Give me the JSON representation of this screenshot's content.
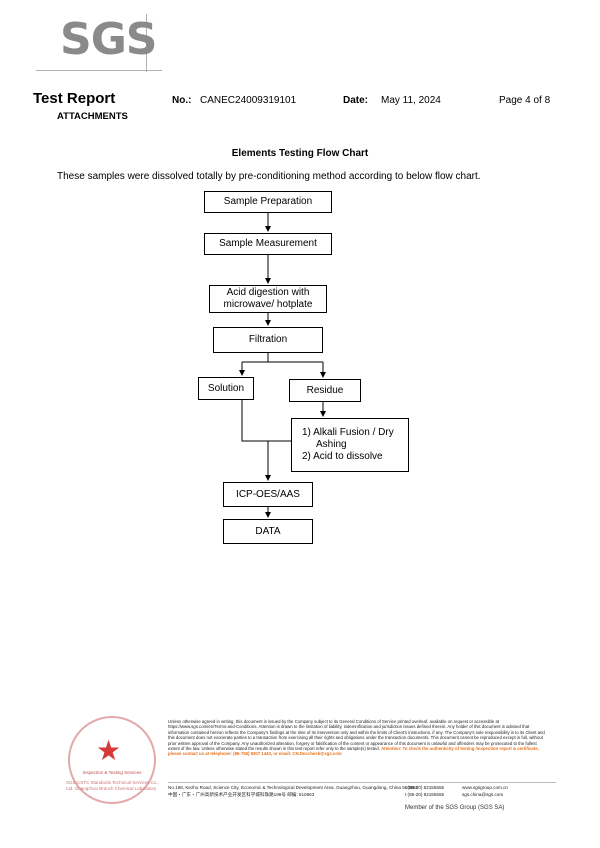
{
  "header": {
    "logo": "SGS",
    "title": "Test Report",
    "section": "ATTACHMENTS",
    "no_label": "No.:",
    "no_value": "CANEC24009319101",
    "date_label": "Date:",
    "date_value": "May 11, 2024",
    "page": "Page 4 of 8"
  },
  "body": {
    "chart_title": "Elements Testing Flow Chart",
    "intro": "These samples were dissolved totally by pre-conditioning method according to below flow chart."
  },
  "flow": {
    "sample_prep": "Sample Preparation",
    "sample_measure": "Sample Measurement",
    "acid_line1": "Acid digestion with",
    "acid_line2": "microwave/ hotplate",
    "filtration": "Filtration",
    "solution": "Solution",
    "residue": "Residue",
    "alkali_line1": "1) Alkali Fusion / Dry",
    "alkali_line2": "Ashing",
    "alkali_line3": "2) Acid to dissolve",
    "icp": "ICP-OES/AAS",
    "data": "DATA"
  },
  "footer": {
    "disclaimer": "Unless otherwise agreed in writing, this document is issued by the Company subject to its General Conditions of Service printed overleaf, available on request or accessible at https://www.sgs.com/en/Terms-and-Conditions. Attention is drawn to the limitation of liability, indemnification and jurisdiction issues defined therein. Any holder of this document is advised that information contained hereon reflects the Company's findings at the time of its intervention only and within the limits of Client's instructions, if any. The Company's sole responsibility is to its Client and this document does not exonerate parties to a transaction from exercising all their rights and obligations under the transaction documents. This document cannot be reproduced except in full, without prior written approval of the Company. Any unauthorized alteration, forgery or falsification of the content or appearance of this document is unlawful and offenders may be prosecuted to the fullest extent of the law. Unless otherwise stated the results shown in this test report refer only to the sample(s) tested.",
    "attention": "Attention: To check the authenticity of testing /inspection report & certificate, please contact us at telephone: (86-755) 8307 1443, or email: CN.Doccheck@sgs.com",
    "addr_en": "No.198, Kezhu Road, Science City, Economic & Technological Development Area, Guangzhou, Guangdong, China 510663",
    "addr_cn": "中国・广东・广州高新技术产业开发区科学城科珠路198号   邮编: 510663",
    "tel1": "t (86-20) 82155555",
    "tel2": "t (86-20) 82155555",
    "web1": "www.sgsgroup.com.cn",
    "web2": "sgs.china@sgs.com",
    "member": "Member of the SGS Group (SGS SA)",
    "seal_label": "Inspection & Testing Services",
    "stamp_label": "SGS-CSTC Standards Technical Services Co., Ltd. Guangzhou Branch Chemical Laboratory"
  },
  "colors": {
    "logo_gray": "#8a8a8a",
    "attention_orange": "#e8701a",
    "seal_red": "#d43a3a"
  }
}
